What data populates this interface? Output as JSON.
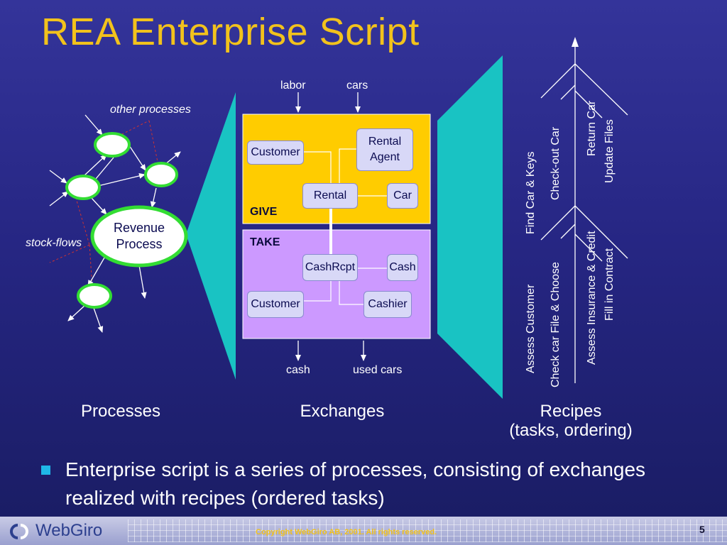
{
  "title": "REA Enterprise Script",
  "processes": {
    "other_processes_label": "other processes",
    "stock_flows_label": "stock-flows",
    "revenue_process_line1": "Revenue",
    "revenue_process_line2": "Process"
  },
  "exchanges": {
    "inputs": [
      "labor",
      "cars"
    ],
    "outputs": [
      "cash",
      "used cars"
    ],
    "give": {
      "label": "GIVE",
      "customer": "Customer",
      "rental_agent_line1": "Rental",
      "rental_agent_line2": "Agent",
      "rental": "Rental",
      "car": "Car"
    },
    "take": {
      "label": "TAKE",
      "cashrcpt": "CashRcpt",
      "cash": "Cash",
      "customer": "Customer",
      "cashier": "Cashier"
    }
  },
  "recipes": {
    "tasks": [
      "Assess Customer",
      "Find Car & Keys",
      "Check car File & Choose",
      "Check-out Car",
      "Assess Insurance & Credit",
      "Return Car",
      "Fill in Contract",
      "Update Files"
    ]
  },
  "column_labels": {
    "processes": "Processes",
    "exchanges": "Exchanges",
    "recipes": "Recipes",
    "recipes_sub": "(tasks, ordering)"
  },
  "bullet": "Enterprise script is a series of processes, consisting of exchanges realized with recipes (ordered tasks)",
  "footer": {
    "logo": "WebGiro",
    "copyright": "Copyright WebGiro AB, 2001. All rights reserved.",
    "page": "5"
  },
  "colors": {
    "title": "#f2c21c",
    "give_panel": "#ffcc00",
    "take_panel": "#cc99ff",
    "teal": "#19c3c3",
    "node_green": "#33dd33"
  }
}
